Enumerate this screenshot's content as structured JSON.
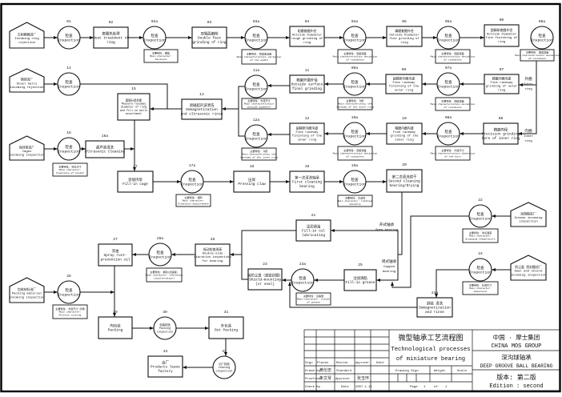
{
  "nodes": [
    {
      "id": "house_ring",
      "type": "house",
      "num": "",
      "lines": [
        "车削套圈进厂",
        "Incoming ring",
        "rejection"
      ]
    },
    {
      "id": "n01",
      "type": "circle",
      "num": "01",
      "lines": [
        "检查",
        "Inspection"
      ]
    },
    {
      "id": "n02",
      "type": "box",
      "num": "02",
      "lines": [
        "套圈热处理",
        "Heat treatment of",
        "ring"
      ]
    },
    {
      "id": "n02a",
      "type": "circle",
      "num": "02a",
      "lines": [
        "检查",
        "Inspection"
      ],
      "note": [
        "主要特性: 硬度",
        "Main character:",
        "hardness"
      ]
    },
    {
      "id": "n03",
      "type": "box",
      "num": "03",
      "lines": [
        "双端面磨削",
        "Double face",
        "grinding of ring"
      ]
    },
    {
      "id": "n03a",
      "type": "circle",
      "num": "03a",
      "lines": [
        "检查",
        "Inspection"
      ],
      "note": [
        "主要特性: 宽度变动量",
        "Main characteristics variation",
        "of the width"
      ]
    },
    {
      "id": "n04",
      "type": "box",
      "num": "04",
      "lines": [
        "粗磨套圈外径",
        "Outside Diameter",
        "rough grinding of",
        "ring"
      ]
    },
    {
      "id": "n04a",
      "type": "circle",
      "num": "04a",
      "lines": [
        "检查",
        "Inspection"
      ],
      "note": [
        "主要特性: 圆度误差",
        "Main characteristics deviation",
        "of roundness"
      ]
    },
    {
      "id": "n05",
      "type": "box",
      "num": "05",
      "lines": [
        "精磨套圈外径",
        "Outside Diameter",
        "fine grinding of",
        "ring"
      ]
    },
    {
      "id": "n05a",
      "type": "circle",
      "num": "05a",
      "lines": [
        "检查",
        "Inspection"
      ],
      "note": [
        "主要特性: 圆度误差",
        "Main characteristics deviation",
        "of roundness"
      ]
    },
    {
      "id": "n06",
      "type": "box",
      "num": "06",
      "lines": [
        "超精研套圈外径",
        "Outside Diameter",
        "fine finishing of",
        "ring"
      ]
    },
    {
      "id": "n06a",
      "type": "circle",
      "num": "06a",
      "lines": [
        "检查",
        "Inspection"
      ],
      "note": [
        "主要特性: 圆度误差",
        "Main characteristics deviation",
        "of roundness"
      ]
    },
    {
      "id": "n07",
      "type": "box",
      "num": "07",
      "lines": [
        "精磨外圈沟道",
        "Fine raceway",
        "grinding of outer",
        "ring"
      ]
    },
    {
      "id": "n07a",
      "type": "circle",
      "num": "07a",
      "lines": [
        "检查",
        "Inspection"
      ],
      "note": [
        "主要特性: 圆度误差",
        "Main characteristics deviation",
        "of roundness"
      ]
    },
    {
      "id": "n08",
      "type": "box",
      "num": "08",
      "lines": [
        "精磨内径",
        "Precision grinding",
        "bore of inner ring"
      ]
    },
    {
      "id": "n08a",
      "type": "circle",
      "num": "08a",
      "lines": [
        "检查",
        "Inspection"
      ],
      "note": [
        "主要特性: 内径尺寸",
        "Main characteristics dimension",
        "of the bore"
      ]
    },
    {
      "id": "n09",
      "type": "box",
      "num": "09",
      "lines": [
        "超精研外圈沟道",
        "Fine raceway",
        "finishing of the",
        "outer ring"
      ]
    },
    {
      "id": "n09a",
      "type": "circle",
      "num": "09a",
      "lines": [
        "检查",
        "Inspection"
      ],
      "note": [
        "主要特性: 沟形",
        "Main characteristic the",
        "raceway of the outer ring"
      ]
    },
    {
      "id": "n10",
      "type": "box",
      "num": "10",
      "lines": [
        "精磨内圈沟道",
        "Fine raceway",
        "grinding of the",
        "inner ring"
      ]
    },
    {
      "id": "n10a",
      "type": "circle",
      "num": "10a",
      "lines": [
        "检查",
        "Inspection"
      ],
      "note": [
        "主要特性: 圆度误差",
        "Main characteristics deviation",
        "of roundness"
      ]
    },
    {
      "id": "n11",
      "type": "box",
      "num": "11",
      "lines": [
        "精磨外圈外径",
        "Outside surface",
        "final grinding"
      ]
    },
    {
      "id": "n11a",
      "type": "circle",
      "num": "11a",
      "lines": [
        "检查",
        "Inspection"
      ],
      "note": [
        "主要特性: 外径尺寸",
        "Main characteristics",
        "outside diameter"
      ]
    },
    {
      "id": "n12",
      "type": "box",
      "num": "12",
      "lines": [
        "超精研内圈沟道",
        "Fine raceway",
        "finishing of the",
        "inner ring"
      ]
    },
    {
      "id": "n12a",
      "type": "circle",
      "num": "12a",
      "lines": [
        "检查",
        "Inspection"
      ],
      "note": [
        "主要特性: 沟形",
        "Main characteristic the",
        "raceway of the inner ring"
      ]
    },
    {
      "id": "n13",
      "type": "box",
      "num": "13",
      "lines": [
        "退磁超声波清洗",
        "Demagnetization",
        "and ultrasonic rinse"
      ]
    },
    {
      "id": "house_balls",
      "type": "house",
      "num": "",
      "lines": [
        "钢球进厂",
        "Steel balls",
        "incoming rejection"
      ]
    },
    {
      "id": "n14",
      "type": "circle",
      "num": "14",
      "lines": [
        "检查",
        "Inspection"
      ]
    },
    {
      "id": "n15",
      "type": "box",
      "num": "15",
      "lines": [
        "套圈分选合套",
        "Measure raceway",
        "diameter of ring",
        "and Fill-in balls",
        "assortment"
      ]
    },
    {
      "id": "house_cages",
      "type": "house",
      "num": "",
      "lines": [
        "保持架进厂",
        "Cages",
        "incoming inspection"
      ]
    },
    {
      "id": "n16",
      "type": "circle",
      "num": "16",
      "lines": [
        "检查",
        "Inspection"
      ],
      "note": [
        "主要特性: 兜孔尺寸",
        "Main character:",
        "Clearance of pocket"
      ]
    },
    {
      "id": "n16a",
      "type": "box",
      "num": "16a",
      "lines": [
        "超声波清洗",
        "Ultrasonic Cleaning"
      ]
    },
    {
      "id": "n17",
      "type": "box",
      "num": "17",
      "lines": [
        "装保持架",
        "Fill-in cage"
      ]
    },
    {
      "id": "n17a",
      "type": "circle",
      "num": "17a",
      "lines": [
        "检查",
        "Inspection"
      ],
      "note": [
        "主要特性: 游隙",
        "Main character:",
        "Clearance measurement"
      ]
    },
    {
      "id": "n18",
      "type": "box",
      "num": "18",
      "lines": [
        "压保",
        "Pressing claw"
      ]
    },
    {
      "id": "n19",
      "type": "box",
      "num": "19",
      "lines": [
        "第一次清洗轴承",
        "First cleaning",
        "bearing"
      ]
    },
    {
      "id": "n19a",
      "type": "circle",
      "num": "19a",
      "lines": [
        "检查",
        "Inspection"
      ],
      "note": [
        "主要特性: 灵活性",
        "Main character: rotation",
        "smoothly"
      ]
    },
    {
      "id": "n20",
      "type": "box",
      "num": "20",
      "lines": [
        "第二次清洗烘干",
        "Second cleaning",
        "bearing/Drying"
      ]
    },
    {
      "id": "n21",
      "type": "box",
      "num": "21",
      "lines": [
        "注润滑油",
        "Fill-in oil",
        "lubricating"
      ]
    },
    {
      "id": "n22",
      "type": "circle",
      "num": "22",
      "lines": [
        "检查",
        "Inspection"
      ],
      "note": [
        "主要特性: 滴点温度",
        "Main character:",
        "dropping temperature"
      ]
    },
    {
      "id": "house_grease",
      "type": "house",
      "num": "",
      "lines": [
        "润滑脂进厂",
        "Grease incoming",
        "inspection"
      ]
    },
    {
      "id": "n24",
      "type": "circle",
      "num": "24",
      "lines": [
        "检查",
        "Inspection"
      ],
      "note": [
        "主要特性: 外观尺寸",
        "Main character:",
        "dimension"
      ]
    },
    {
      "id": "house_seal",
      "type": "house",
      "num": "",
      "lines": [
        "防尘盖 密封圈进厂",
        "Seal and shield",
        "incoming inspection"
      ]
    },
    {
      "id": "n24a",
      "type": "box",
      "num": "24a",
      "lines": [
        "退磁 清洗",
        "Demagnetization",
        "and rinse"
      ]
    },
    {
      "id": "n25",
      "type": "box",
      "num": "25",
      "lines": [
        "注润滑脂",
        "Fill-in grease"
      ]
    },
    {
      "id": "n23a",
      "type": "circle",
      "num": "23a",
      "lines": [
        "检查",
        "Inspection"
      ],
      "note": [
        "主要特性: 注脂量",
        "Main character: volume",
        "of grease"
      ]
    },
    {
      "id": "n23",
      "type": "box",
      "num": "23",
      "lines": [
        "装防尘盖（或密封圈）",
        "Shield-mounting",
        "(or seal)"
      ]
    },
    {
      "id": "n26",
      "type": "box",
      "num": "26",
      "lines": [
        "振动检查测高",
        "Double-side",
        "vibration inspection",
        "for bearing"
      ]
    },
    {
      "id": "n26a",
      "type": "circle",
      "num": "26a",
      "lines": [
        "检查",
        "Inspection"
      ],
      "note": [
        "主要特性: 振动(加速度)",
        "Main character: vibration",
        "(acceleration)"
      ]
    },
    {
      "id": "n27",
      "type": "box",
      "num": "27",
      "lines": [
        "涂油",
        "Spray rust-",
        "prevention oil"
      ]
    },
    {
      "id": "house_packing",
      "type": "house",
      "num": "",
      "lines": [
        "包装材料进厂",
        "Packing material",
        "incoming inspection"
      ]
    },
    {
      "id": "n28",
      "type": "circle",
      "num": "28",
      "lines": [
        "检查",
        "Inspection"
      ],
      "note": [
        "主要特性: 外观尺寸 防锈",
        "Main character:",
        "Prevent rusting"
      ]
    },
    {
      "id": "n29",
      "type": "box",
      "num": "29",
      "lines": [
        "内包装",
        "Packing"
      ]
    },
    {
      "id": "n30",
      "type": "circle",
      "num": "30",
      "lines": [
        "包装检验",
        "Packing",
        "inspection"
      ]
    },
    {
      "id": "n31",
      "type": "box",
      "num": "31",
      "lines": [
        "外包装",
        "Out Packing"
      ]
    },
    {
      "id": "n32",
      "type": "circle",
      "num": "32",
      "lines": [
        "出厂检验",
        "Leaving",
        "inspection"
      ]
    },
    {
      "id": "n33",
      "type": "box",
      "num": "33",
      "lines": [
        "出厂",
        "Products leave",
        "factory"
      ]
    }
  ],
  "flow_labels": {
    "outer_ring": [
      "外圈",
      "Outer",
      "ring"
    ],
    "inner_ring": [
      "内圈",
      "Inner",
      "ring"
    ],
    "open_bearing": [
      "开式轴承",
      "Open bearing"
    ],
    "capped_bearing": [
      "闭式轴承",
      "Capped",
      "bearing"
    ]
  },
  "title_block": {
    "title_cn": "微型轴承工艺流程图",
    "title_en_1": "Technological processes",
    "title_en_2": "of miniature bearing",
    "company_cn": "中国 · 摩士集团",
    "company_en": "CHINA MOS GROUP",
    "product_cn": "深沟球轴承",
    "product_en": "DEEP GROOVE BALL BEARING",
    "edition_cn": "版本: 第二版",
    "edition_en": "Edition : second",
    "headers": {
      "sign": "Sign",
      "places": "Places",
      "revise": "Revise",
      "approver": "Approver",
      "date": "Date"
    },
    "drawn_by_label": "Drawn by",
    "drawn_by": "黄伦忠",
    "standard_label": "Standard",
    "proofread_label": "Proofread",
    "proofread": "朱文琴",
    "approver_label": "Approver",
    "approver": "张玉环",
    "check_by_label": "Check by",
    "date_label": "Date",
    "date": "2007.1.18",
    "drawing_sign_label": "Drawing Sign",
    "weight_label": "Weight",
    "scale_label": "Scale",
    "page_label": "Page",
    "page": "1",
    "of_label": "of",
    "pages": "1"
  }
}
